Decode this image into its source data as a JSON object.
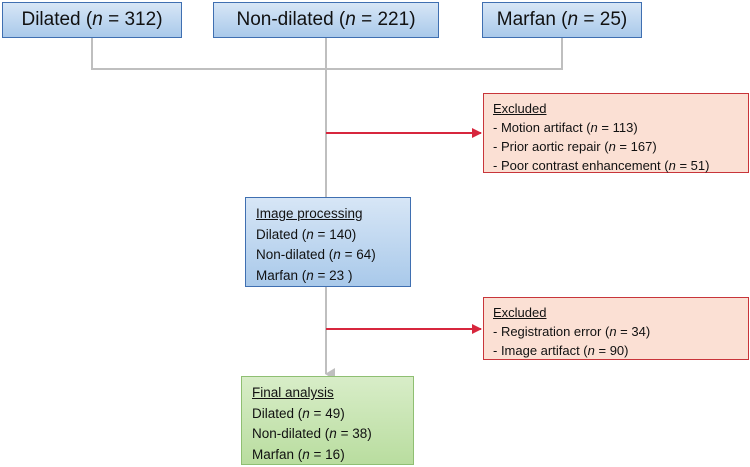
{
  "top_boxes": [
    {
      "label": "Dilated",
      "n": "312"
    },
    {
      "label": "Non-dilated",
      "n": "221"
    },
    {
      "label": "Marfan",
      "n": "25"
    }
  ],
  "n_symbol": "n",
  "excluded_1": {
    "title": "Excluded",
    "items": [
      {
        "prefix": "- Motion artifact (",
        "n": "113",
        "suffix": ")"
      },
      {
        "prefix": "- Prior aortic repair (",
        "n": "167",
        "suffix": ")"
      },
      {
        "prefix": "- Poor contrast enhancement (",
        "n": "51",
        "suffix": ")"
      }
    ]
  },
  "image_processing": {
    "title": "Image processing",
    "items": [
      {
        "prefix": "Dilated (",
        "n": "140",
        "suffix": ")"
      },
      {
        "prefix": "Non-dilated (",
        "n": "64",
        "suffix": ")"
      },
      {
        "prefix": "Marfan (",
        "n": "23",
        "suffix": " )"
      }
    ]
  },
  "excluded_2": {
    "title": "Excluded",
    "items": [
      {
        "prefix": "- Registration error (",
        "n": "34",
        "suffix": ")"
      },
      {
        "prefix": "- Image artifact (",
        "n": "90",
        "suffix": ")"
      }
    ]
  },
  "final_analysis": {
    "title": "Final analysis",
    "items": [
      {
        "prefix": "Dilated (",
        "n": "49",
        "suffix": ")"
      },
      {
        "prefix": "Non-dilated (",
        "n": "38",
        "suffix": ")"
      },
      {
        "prefix": "Marfan (",
        "n": "16",
        "suffix": ")"
      }
    ]
  },
  "colors": {
    "blue_border": "#3f6fb1",
    "orange_border": "#c8353a",
    "green_border": "#8fbf72",
    "gray_line": "#bfbfbf",
    "red_arrow": "#d7263d"
  }
}
